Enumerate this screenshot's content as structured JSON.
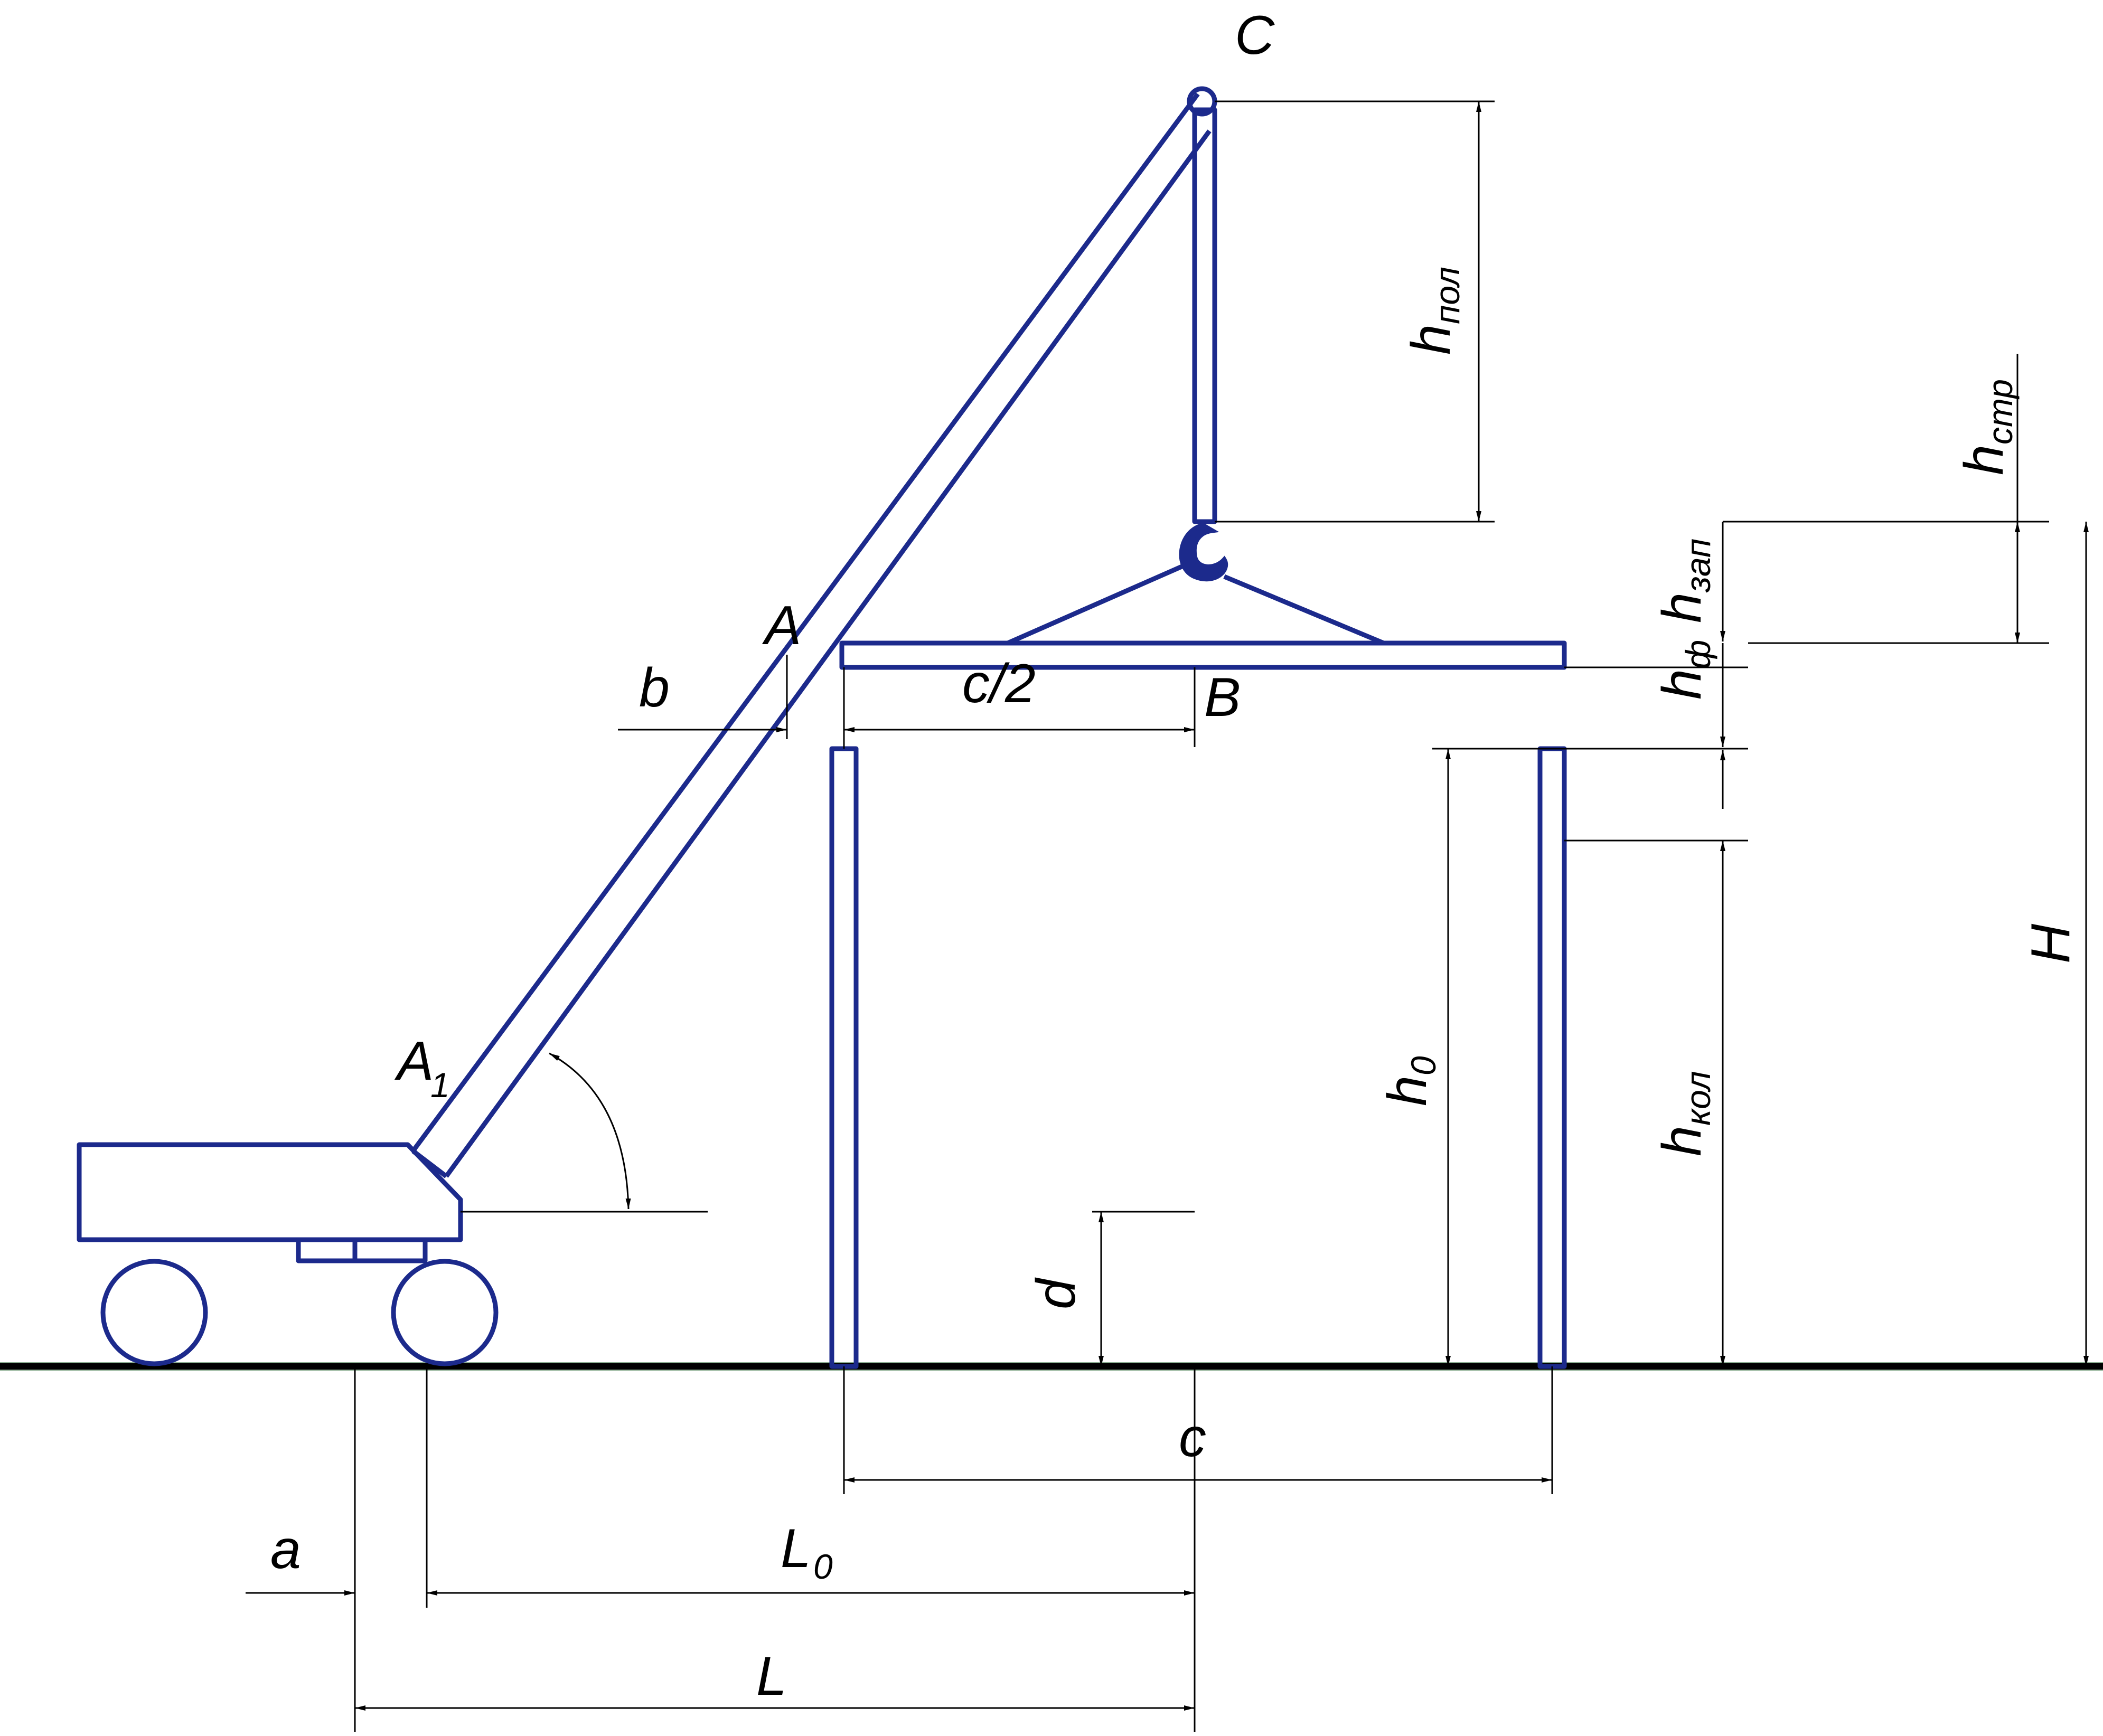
{
  "labels": {
    "C": "C",
    "A": "A",
    "A1": "A",
    "A1_sub": "1",
    "B": "B",
    "b": "b",
    "c_half": "c/2",
    "c": "c",
    "a": "a",
    "L0": "L",
    "L0_sub": "0",
    "L": "L",
    "d": "d",
    "h_pol": "h",
    "h_pol_sub": "пол",
    "h_str": "h",
    "h_str_sub": "стр",
    "h_zap": "h",
    "h_zap_sub": "зап",
    "h_f": "h",
    "h_f_sub": "ф",
    "h0": "h",
    "h0_sub": "0",
    "h_kol": "h",
    "h_kol_sub": "кол",
    "H": "H"
  },
  "colors": {
    "structure": "#1c2a8c",
    "dimension": "#000000",
    "ground": "#000000"
  }
}
